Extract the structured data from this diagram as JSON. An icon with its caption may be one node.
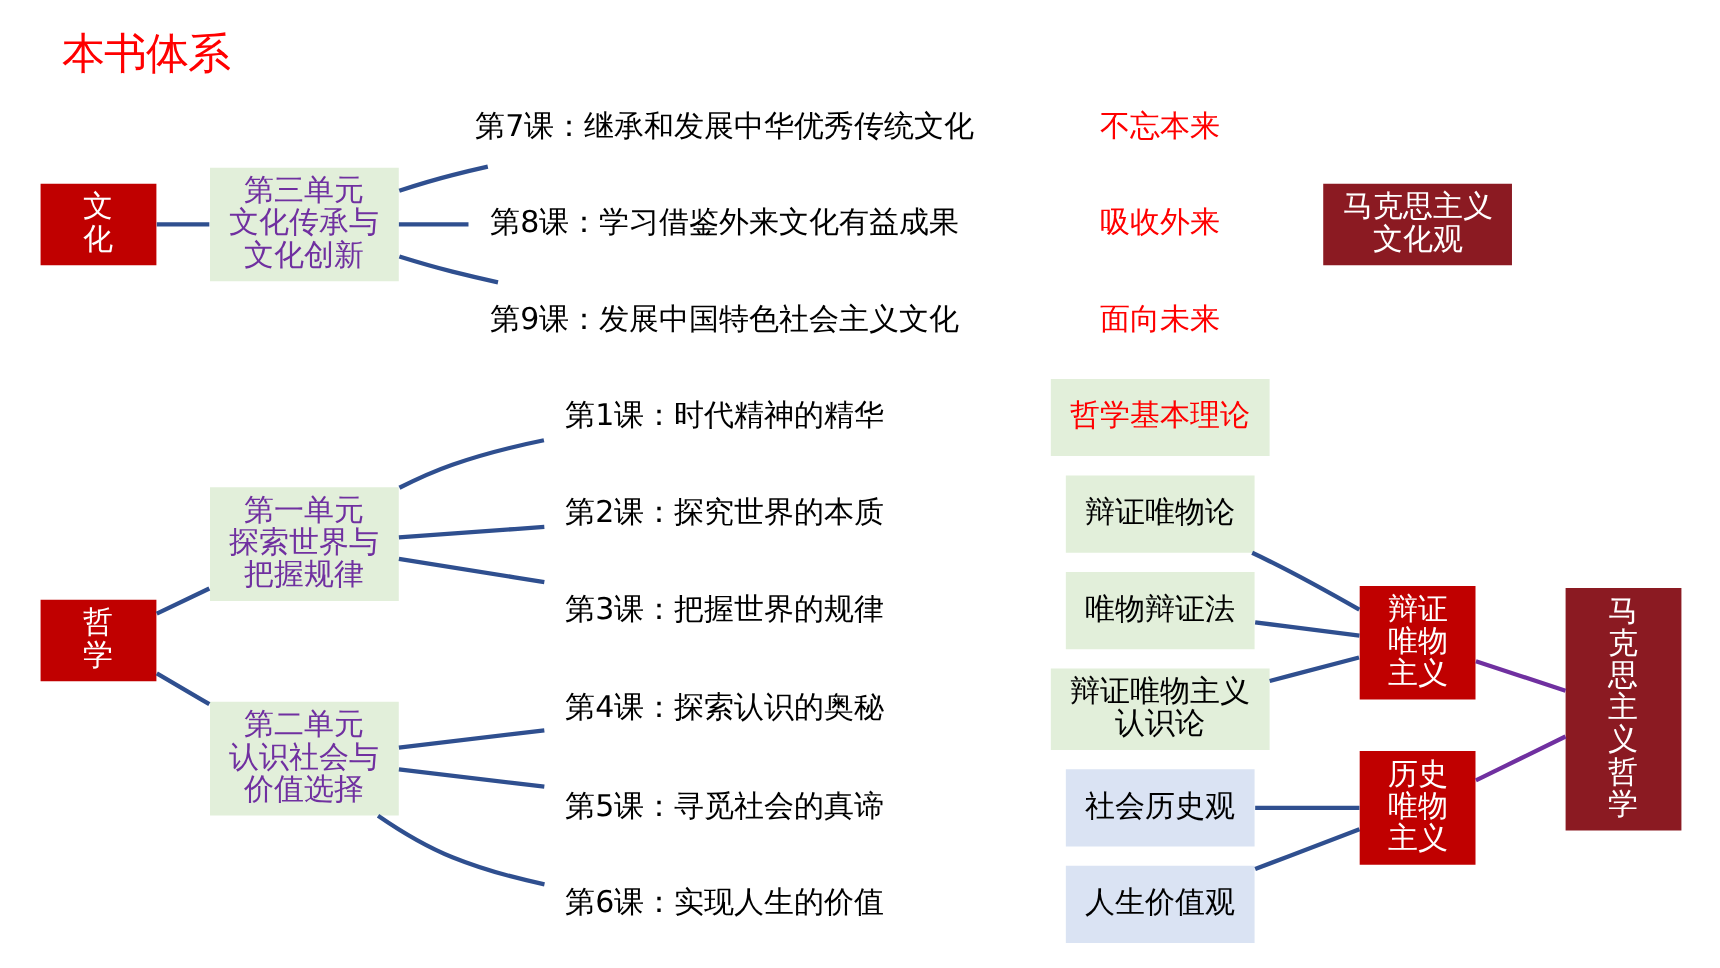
{
  "diagram": {
    "title": "本书体系",
    "nodes": [
      {
        "text": [
          "哲学"
        ]
      },
      {
        "text": [
          "第一单元探索世界与把握规律"
        ]
      },
      {
        "text": [
          "第二单元认识社会与价值选择"
        ]
      },
      {
        "text": [
          "第1课：时代精神的精华"
        ]
      },
      {
        "text": [
          "第2课：探究世界的本质"
        ]
      },
      {
        "text": [
          "第3课：把握世界的规律"
        ]
      },
      {
        "text": [
          "第4课：探索认识的奥秘"
        ]
      },
      {
        "text": [
          "第5课：寻觅社会的真谛"
        ]
      },
      {
        "text": [
          "第6课：实现人生的价值"
        ]
      },
      {
        "text": [
          "哲学基本理论"
        ]
      },
      {
        "text": [
          "辩证唯物论"
        ]
      },
      {
        "text": [
          "唯物辩证法"
        ]
      },
      {
        "text": [
          "辩证唯物主义认识论"
        ]
      },
      {
        "text": [
          "社会历史观"
        ]
      },
      {
        "text": [
          "人生价值观"
        ]
      },
      {
        "text": [
          "辩证唯物主义"
        ]
      },
      {
        "text": [
          "历史唯物主义"
        ]
      },
      {
        "text": [
          "马克思主义哲学"
        ]
      },
      {
        "text": [
          "文化"
        ]
      },
      {
        "text": [
          "第三单元文化传承与文化创新"
        ]
      },
      {
        "text": [
          "第7课：继承和发展中华优秀传统文化"
        ]
      },
      {
        "text": [
          "第8课：学习借鉴外来文化有益成果"
        ]
      },
      {
        "text": [
          "第9课：发展中国特色社会主义文化"
        ]
      },
      {
        "text": [
          "马克思主义文化观"
        ]
      }
    ],
    "edges": [
      {
        "from": 0,
        "to": 1,
        "arrow": "none"
      },
      {
        "from": 0,
        "to": 2,
        "arrow": "none"
      },
      {
        "from": 1,
        "to": 3,
        "arrow": "none"
      },
      {
        "from": 1,
        "to": 4,
        "arrow": "none"
      },
      {
        "from": 1,
        "to": 5,
        "arrow": "none"
      },
      {
        "from": 2,
        "to": 6,
        "arrow": "none"
      },
      {
        "from": 2,
        "to": 7,
        "arrow": "none"
      },
      {
        "from": 2,
        "to": 8,
        "arrow": "none"
      },
      {
        "from": 10,
        "to": 15,
        "arrow": "none"
      },
      {
        "from": 11,
        "to": 15,
        "arrow": "none"
      },
      {
        "from": 12,
        "to": 15,
        "arrow": "none"
      },
      {
        "from": 13,
        "to": 16,
        "arrow": "none"
      },
      {
        "from": 14,
        "to": 16,
        "arrow": "none"
      },
      {
        "from": 15,
        "to": 17,
        "arrow": "none",
        "color": "#7030a0"
      },
      {
        "from": 16,
        "to": 17,
        "arrow": "none",
        "color": "#7030a0"
      },
      {
        "from": 18,
        "to": 19,
        "arrow": "none"
      },
      {
        "from": 19,
        "to": 20,
        "arrow": "none"
      },
      {
        "from": 19,
        "to": 21,
        "arrow": "none"
      },
      {
        "from": 19,
        "to": 22,
        "arrow": "none"
      }
    ],
    "labels": [
      "不忘本来",
      "吸收外来",
      "面向未来"
    ]
  }
}
